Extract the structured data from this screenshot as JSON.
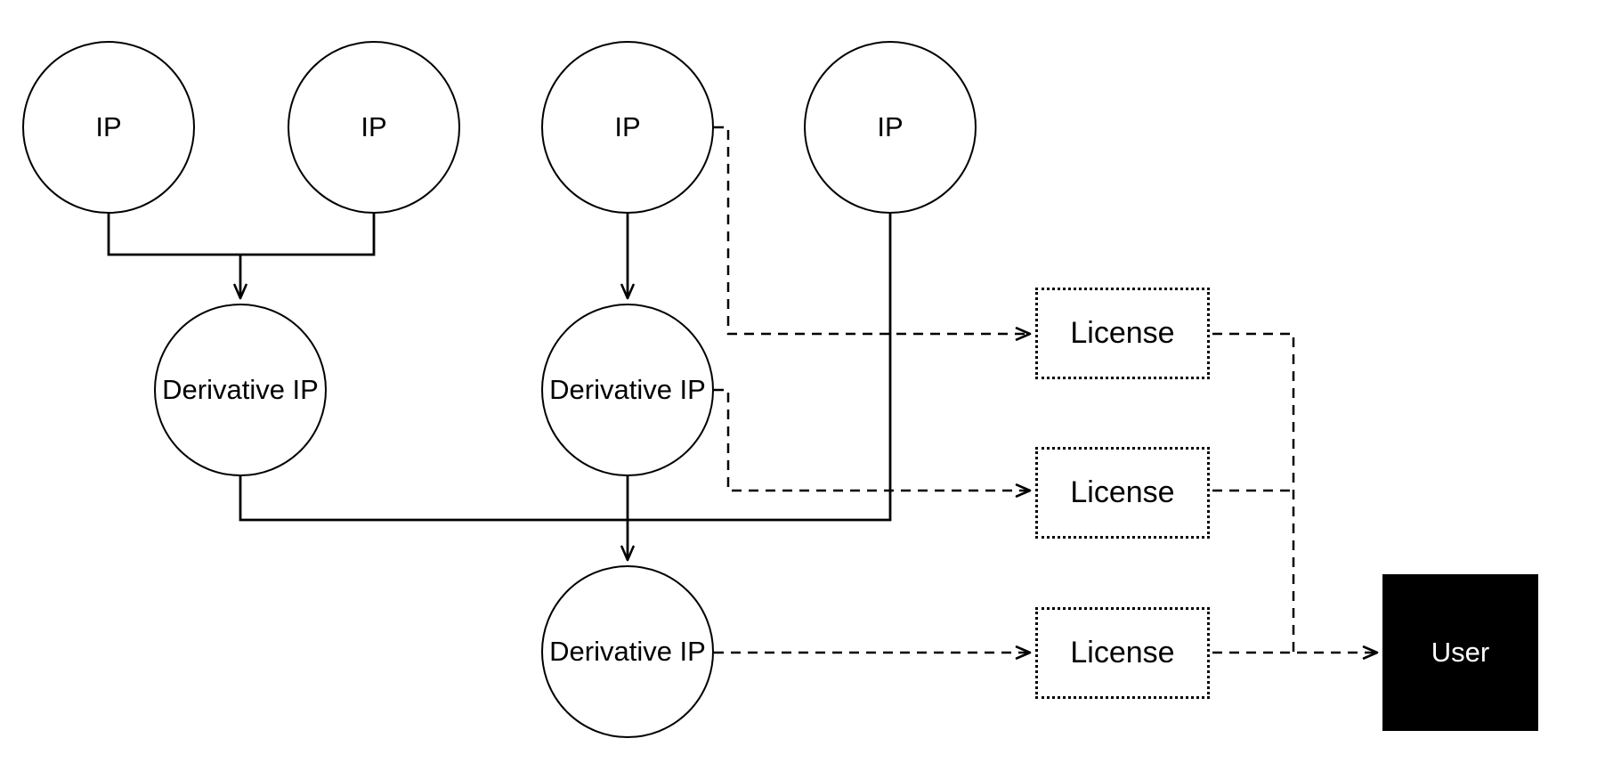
{
  "colors": {
    "stroke": "#000000",
    "background": "#ffffff",
    "node_fill": "#ffffff",
    "user_fill": "#000000",
    "user_text": "#ffffff",
    "label_text": "#000000"
  },
  "nodes": {
    "ip": [
      {
        "label": "IP"
      },
      {
        "label": "IP"
      },
      {
        "label": "IP"
      },
      {
        "label": "IP"
      }
    ],
    "derivative": [
      {
        "label": "Derivative IP"
      },
      {
        "label": "Derivative IP"
      },
      {
        "label": "Derivative IP"
      }
    ],
    "license": [
      {
        "label": "License"
      },
      {
        "label": "License"
      },
      {
        "label": "License"
      }
    ],
    "user": {
      "label": "User"
    }
  },
  "edges": [
    {
      "sources": [
        "ip-1",
        "ip-2"
      ],
      "target": "derivative-ip-1",
      "style": "solid",
      "arrow": true
    },
    {
      "sources": [
        "ip-3"
      ],
      "target": "derivative-ip-2",
      "style": "solid",
      "arrow": true
    },
    {
      "sources": [
        "derivative-ip-1",
        "derivative-ip-2",
        "ip-4"
      ],
      "target": "derivative-ip-3",
      "style": "solid",
      "arrow": true
    },
    {
      "sources": [
        "ip-3"
      ],
      "target": "license-1",
      "style": "dashed",
      "arrow": true
    },
    {
      "sources": [
        "derivative-ip-2"
      ],
      "target": "license-2",
      "style": "dashed",
      "arrow": true
    },
    {
      "sources": [
        "derivative-ip-3"
      ],
      "target": "license-3",
      "style": "dashed",
      "arrow": true
    },
    {
      "sources": [
        "license-1",
        "license-2",
        "license-3"
      ],
      "target": "user",
      "style": "dashed",
      "arrow": true
    }
  ]
}
